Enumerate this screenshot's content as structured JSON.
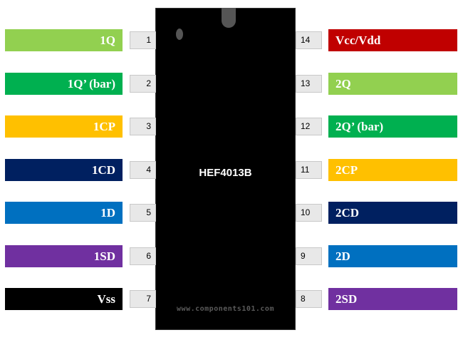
{
  "chip": {
    "name": "HEF4013B",
    "watermark": "www.components101.com"
  },
  "pins_left": [
    {
      "number": "1",
      "label": "1Q",
      "color": "#92D050"
    },
    {
      "number": "2",
      "label": "1Q’ (bar)",
      "color": "#00B050"
    },
    {
      "number": "3",
      "label": "1CP",
      "color": "#FFC000"
    },
    {
      "number": "4",
      "label": "1CD",
      "color": "#002060"
    },
    {
      "number": "5",
      "label": "1D",
      "color": "#0070C0"
    },
    {
      "number": "6",
      "label": "1SD",
      "color": "#7030A0"
    },
    {
      "number": "7",
      "label": "Vss",
      "color": "#000000"
    }
  ],
  "pins_right": [
    {
      "number": "14",
      "label": "Vcc/Vdd",
      "color": "#C00000"
    },
    {
      "number": "13",
      "label": "2Q",
      "color": "#92D050"
    },
    {
      "number": "12",
      "label": "2Q’ (bar)",
      "color": "#00B050"
    },
    {
      "number": "11",
      "label": "2CP",
      "color": "#FFC000"
    },
    {
      "number": "10",
      "label": "2CD",
      "color": "#002060"
    },
    {
      "number": "9",
      "label": "2D",
      "color": "#0070C0"
    },
    {
      "number": "8",
      "label": "2SD",
      "color": "#7030A0"
    }
  ]
}
